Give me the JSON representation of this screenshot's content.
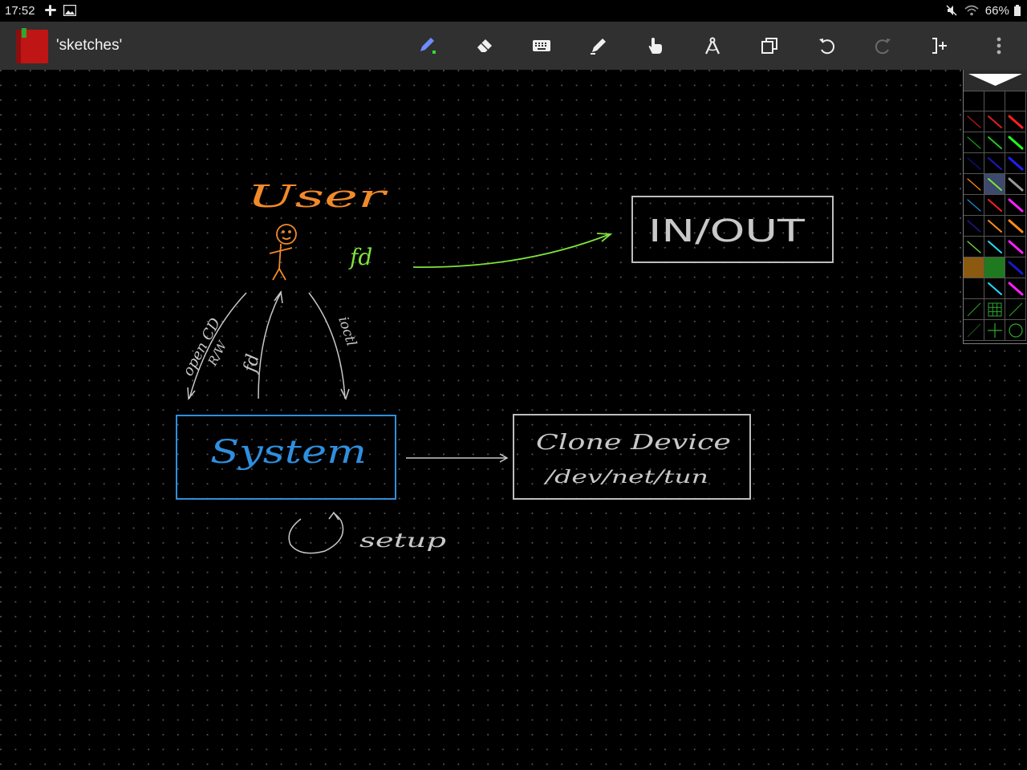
{
  "status_bar": {
    "time": "17:52",
    "left_icons": [
      "slack-icon",
      "image-icon"
    ],
    "right_icons": [
      "mute-icon",
      "wifi-icon"
    ],
    "battery": "66%"
  },
  "toolbar": {
    "app_icon": "notebook-icon",
    "title": "'sketches'",
    "tools": [
      {
        "name": "pen-tool",
        "icon": "pen-icon",
        "active": true
      },
      {
        "name": "eraser-tool",
        "icon": "eraser-icon"
      },
      {
        "name": "keyboard-tool",
        "icon": "keyboard-icon"
      },
      {
        "name": "highlighter-tool",
        "icon": "highlighter-icon"
      },
      {
        "name": "hand-tool",
        "icon": "hand-icon"
      },
      {
        "name": "compass-tool",
        "icon": "compass-icon"
      },
      {
        "name": "copy-page-button",
        "icon": "copy-page-icon"
      },
      {
        "name": "undo-button",
        "icon": "undo-icon"
      },
      {
        "name": "redo-button",
        "icon": "redo-icon",
        "disabled": true
      },
      {
        "name": "insert-page-button",
        "icon": "insert-page-icon"
      },
      {
        "name": "more-menu-button",
        "icon": "more-vert-icon"
      }
    ]
  },
  "canvas": {
    "background": "#000000",
    "grid_dots_color": "#5a5a5a",
    "handwriting": {
      "user": "User",
      "in_out": "IN/OUT",
      "fd_top": "fd",
      "open_cd": "open CD",
      "rw": "R/W",
      "fd_left": "fd",
      "ioctl": "ioctl",
      "system": "System",
      "clone_device": "Clone Device",
      "dev_path": "/dev/net/tun",
      "setup": "setup"
    },
    "colors": {
      "orange": "#f08a2a",
      "green": "#7ee23c",
      "blue": "#2f8fdf",
      "gray": "#c8c8c8",
      "box_border": "#bdbdbd"
    }
  },
  "palette": {
    "collapse_icon": "collapse-down-icon",
    "swatches": [
      [
        "empty",
        "empty",
        "empty"
      ],
      [
        "#c01818",
        "#e02020",
        "#ff2020"
      ],
      [
        "#1a9a1a",
        "#22c722",
        "#20ff20"
      ],
      [
        "#101090",
        "#1a1ac7",
        "#2020ff"
      ],
      [
        "#ff8c1a",
        "#7ee23c",
        "#9a9a9a"
      ],
      [
        "#2090e0",
        "#ff2020",
        "#ff20ff"
      ],
      [
        "#2020a0",
        "#ff8c1a",
        "#ff8c1a"
      ],
      [
        "#7ee23c",
        "#20e0ff",
        "#ff20ff"
      ],
      [
        "#8b5a10",
        "#1f7a1f",
        "#1a1ac7"
      ],
      [
        "empty",
        "#20e0ff",
        "#ff20ff"
      ],
      [
        "line-thin",
        "grid-tool",
        "line-thin"
      ],
      [
        "line-dark",
        "axis-tool",
        "circle-tool"
      ]
    ],
    "selected": [
      4,
      1
    ]
  }
}
